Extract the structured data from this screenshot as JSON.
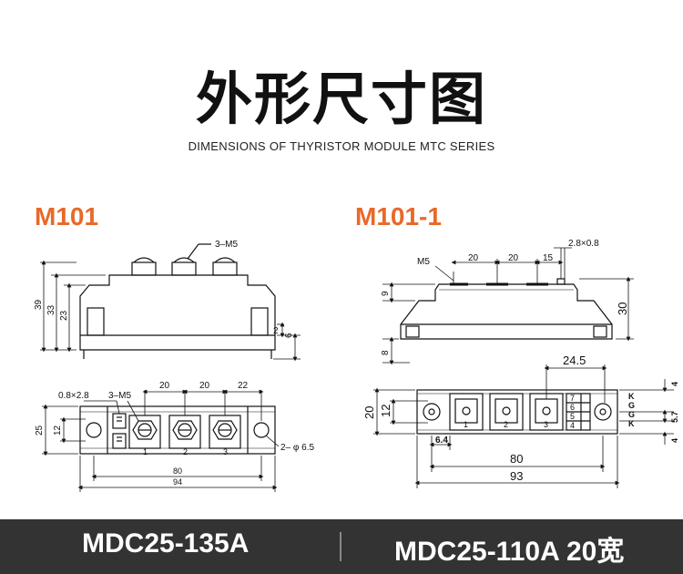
{
  "header": {
    "title": "外形尺寸图",
    "subtitle": "DIMENSIONS OF THYRISTOR MODULE MTC SERIES"
  },
  "left": {
    "model": "M101",
    "side": {
      "top_label": "3–M5",
      "h1": "39",
      "h2": "33",
      "h3": "23",
      "r1": "2",
      "r2": "6"
    },
    "top": {
      "lbl_a": "0.8×2.8",
      "lbl_b": "3–M5",
      "d1": "20",
      "d2": "20",
      "d3": "22",
      "h1": "25",
      "h2": "12",
      "hole": "2– φ 6.5",
      "w1": "80",
      "w2": "94",
      "t1": "1",
      "t2": "2",
      "t3": "3"
    }
  },
  "right": {
    "model": "M101-1",
    "side": {
      "m5": "M5",
      "d1": "20",
      "d2": "20",
      "d3": "15",
      "pin": "2.8×0.8",
      "h_left": "9",
      "h_right": "30",
      "bottom": "8"
    },
    "top": {
      "top_dim": "24.5",
      "h1": "20",
      "h2": "12",
      "w_small": "6.4",
      "w1": "80",
      "w2": "93",
      "t1": "1",
      "t2": "2",
      "t3": "3",
      "pins": [
        "7",
        "6",
        "5",
        "4"
      ],
      "pin_labels": [
        "K",
        "G",
        "G",
        "K"
      ],
      "r1": "4",
      "r2": "5.7",
      "r3": "4"
    }
  },
  "footer": {
    "left": "MDC25-135A",
    "right": "MDC25-110A 20宽"
  }
}
